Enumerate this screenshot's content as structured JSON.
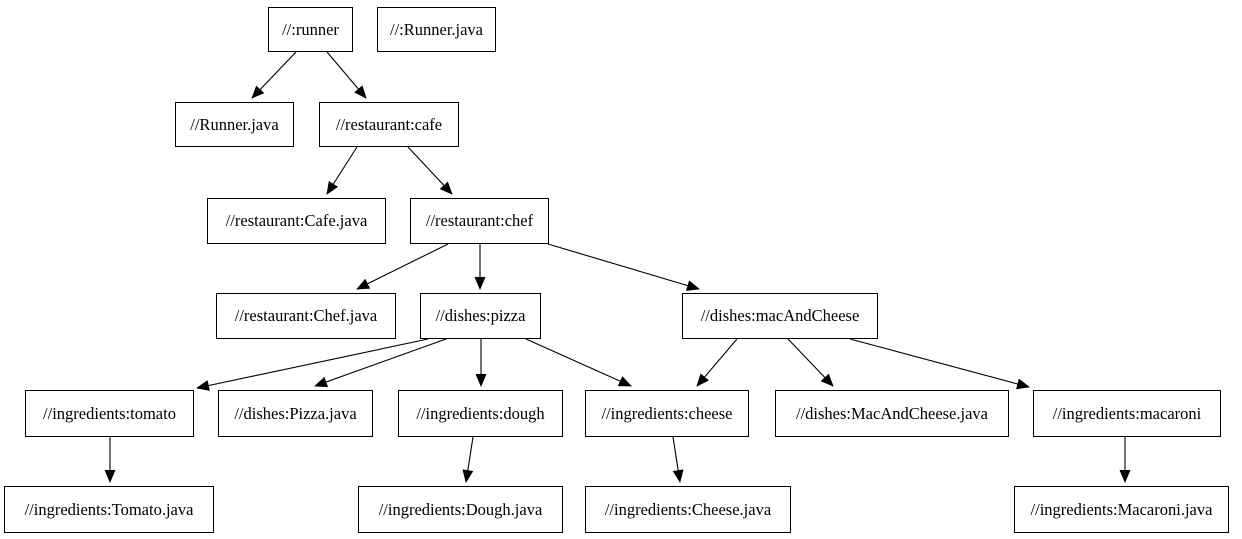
{
  "diagram": {
    "type": "dependency-graph",
    "background_color": "#ffffff",
    "node_border_color": "#000000",
    "node_fill_color": "#ffffff",
    "edge_color": "#000000",
    "text_color": "#000000"
  },
  "nodes": [
    {
      "id": "runner",
      "label": "//:runner"
    },
    {
      "id": "runner-java-root",
      "label": "//:Runner.java"
    },
    {
      "id": "runner-java",
      "label": "//Runner.java"
    },
    {
      "id": "cafe",
      "label": "//restaurant:cafe"
    },
    {
      "id": "cafe-java",
      "label": "//restaurant:Cafe.java"
    },
    {
      "id": "chef",
      "label": "//restaurant:chef"
    },
    {
      "id": "chef-java",
      "label": "//restaurant:Chef.java"
    },
    {
      "id": "pizza",
      "label": "//dishes:pizza"
    },
    {
      "id": "mac-and-cheese",
      "label": "//dishes:macAndCheese"
    },
    {
      "id": "tomato",
      "label": "//ingredients:tomato"
    },
    {
      "id": "pizza-java",
      "label": "//dishes:Pizza.java"
    },
    {
      "id": "dough",
      "label": "//ingredients:dough"
    },
    {
      "id": "cheese",
      "label": "//ingredients:cheese"
    },
    {
      "id": "mac-and-cheese-java",
      "label": "//dishes:MacAndCheese.java"
    },
    {
      "id": "macaroni",
      "label": "//ingredients:macaroni"
    },
    {
      "id": "tomato-java",
      "label": "//ingredients:Tomato.java"
    },
    {
      "id": "dough-java",
      "label": "//ingredients:Dough.java"
    },
    {
      "id": "cheese-java",
      "label": "//ingredients:Cheese.java"
    },
    {
      "id": "macaroni-java",
      "label": "//ingredients:Macaroni.java"
    }
  ],
  "edges": [
    {
      "from": "//:runner",
      "to": "//Runner.java"
    },
    {
      "from": "//:runner",
      "to": "//restaurant:cafe"
    },
    {
      "from": "//restaurant:cafe",
      "to": "//restaurant:Cafe.java"
    },
    {
      "from": "//restaurant:cafe",
      "to": "//restaurant:chef"
    },
    {
      "from": "//restaurant:chef",
      "to": "//restaurant:Chef.java"
    },
    {
      "from": "//restaurant:chef",
      "to": "//dishes:pizza"
    },
    {
      "from": "//restaurant:chef",
      "to": "//dishes:macAndCheese"
    },
    {
      "from": "//dishes:pizza",
      "to": "//ingredients:tomato"
    },
    {
      "from": "//dishes:pizza",
      "to": "//dishes:Pizza.java"
    },
    {
      "from": "//dishes:pizza",
      "to": "//ingredients:dough"
    },
    {
      "from": "//dishes:pizza",
      "to": "//ingredients:cheese"
    },
    {
      "from": "//dishes:macAndCheese",
      "to": "//ingredients:cheese"
    },
    {
      "from": "//dishes:macAndCheese",
      "to": "//dishes:MacAndCheese.java"
    },
    {
      "from": "//dishes:macAndCheese",
      "to": "//ingredients:macaroni"
    },
    {
      "from": "//ingredients:tomato",
      "to": "//ingredients:Tomato.java"
    },
    {
      "from": "//ingredients:dough",
      "to": "//ingredients:Dough.java"
    },
    {
      "from": "//ingredients:cheese",
      "to": "//ingredients:Cheese.java"
    },
    {
      "from": "//ingredients:macaroni",
      "to": "//ingredients:Macaroni.java"
    }
  ]
}
